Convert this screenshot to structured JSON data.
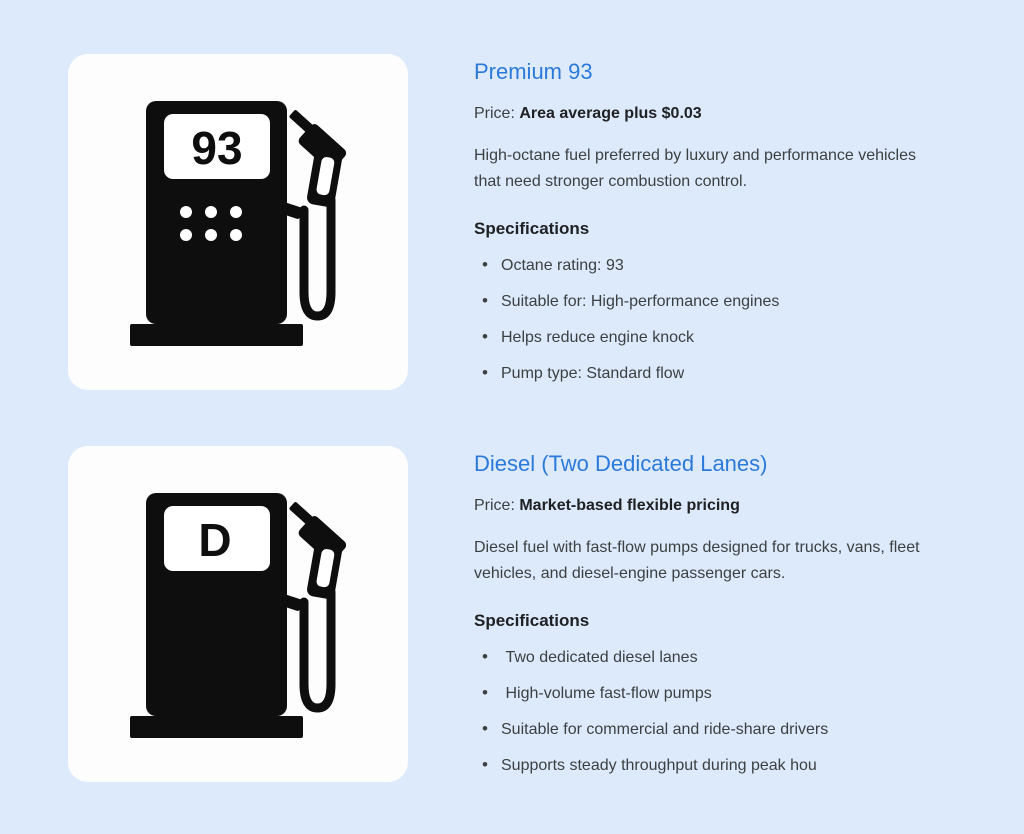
{
  "colors": {
    "page-bg": "#ddeafb",
    "card-bg": "#fdfdfe",
    "accent-blue": "#2b7ad9",
    "body-text": "#3c4043",
    "strong-text": "#202124",
    "icon-ink": "#0e0e0e",
    "icon-screen": "#ffffff"
  },
  "sections": [
    {
      "icon": "fuel-pump-93-icon",
      "pump_label": "93",
      "title": "Premium 93",
      "price_label": "Price: ",
      "price_value": "Area average plus $0.03",
      "description": "High-octane fuel preferred by luxury and performance vehicles that need stronger combustion control.",
      "specs_heading": "Specifications",
      "specs": [
        "Octane rating: 93",
        "Suitable for: High-performance engines",
        "Helps reduce engine knock",
        "Pump type: Standard flow"
      ]
    },
    {
      "icon": "fuel-pump-diesel-icon",
      "pump_label": "D",
      "title": "Diesel (Two Dedicated Lanes)",
      "price_label": "Price: ",
      "price_value": "Market-based flexible pricing",
      "description": "Diesel fuel with fast-flow pumps designed for trucks, vans, fleet vehicles, and diesel-engine passenger cars.",
      "specs_heading": "Specifications",
      "specs": [
        " Two dedicated diesel lanes",
        " High-volume fast-flow pumps",
        "Suitable for commercial and ride-share drivers",
        "Supports steady throughput during peak hou"
      ]
    }
  ]
}
